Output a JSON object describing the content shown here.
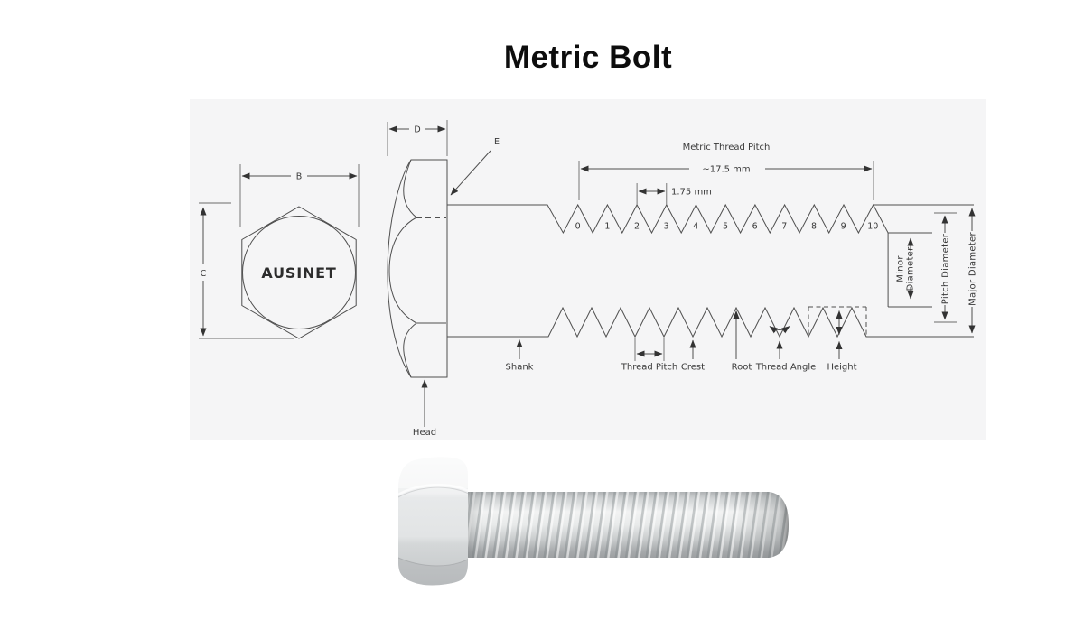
{
  "title": "Metric Bolt",
  "brand": "AUSINET",
  "dims": {
    "b": "B",
    "c": "C",
    "d": "D",
    "e": "E"
  },
  "thread_section": {
    "heading": "Metric Thread Pitch",
    "overall_length": "~17.5 mm",
    "single_pitch": "1.75 mm",
    "thread_numbers": [
      "0",
      "1",
      "2",
      "3",
      "4",
      "5",
      "6",
      "7",
      "8",
      "9",
      "10"
    ]
  },
  "diameters": {
    "minor_line1": "Minor",
    "minor_line2": "Diameter",
    "pitch": "Pitch Diameter",
    "major": "Major Diameter"
  },
  "callouts": {
    "shank": "Shank",
    "head": "Head",
    "thread_pitch": "Thread Pitch",
    "crest": "Crest",
    "root": "Root",
    "thread_angle": "Thread Angle",
    "height": "Height"
  },
  "colors": {
    "panel_bg": "#f5f5f6",
    "line": "#4f4f4f",
    "label": "#383838",
    "title": "#0d0d0d",
    "bolt_light": "#f2f3f3",
    "bolt_dark": "#9da0a2"
  }
}
